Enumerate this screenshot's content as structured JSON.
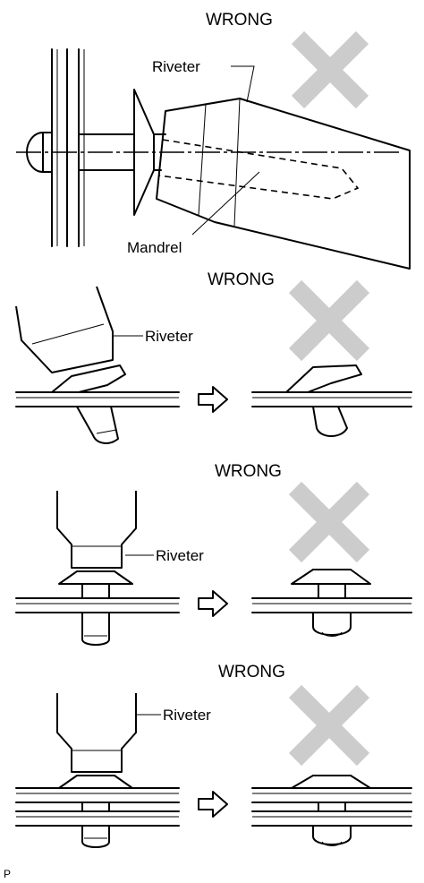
{
  "panels": [
    {
      "heading": "WRONG",
      "riveter_label": "Riveter",
      "mandrel_label": "Mandrel"
    },
    {
      "heading": "WRONG",
      "riveter_label": "Riveter"
    },
    {
      "heading": "WRONG",
      "riveter_label": "Riveter"
    },
    {
      "heading": "WRONG",
      "riveter_label": "Riveter"
    }
  ],
  "footer": {
    "code": "P"
  },
  "colors": {
    "line": "#000000",
    "cross_mark": "#cccccc",
    "background": "#ffffff"
  },
  "icons": {
    "cross": "x-mark-icon",
    "result_arrow": "outline-right-arrow-icon"
  }
}
